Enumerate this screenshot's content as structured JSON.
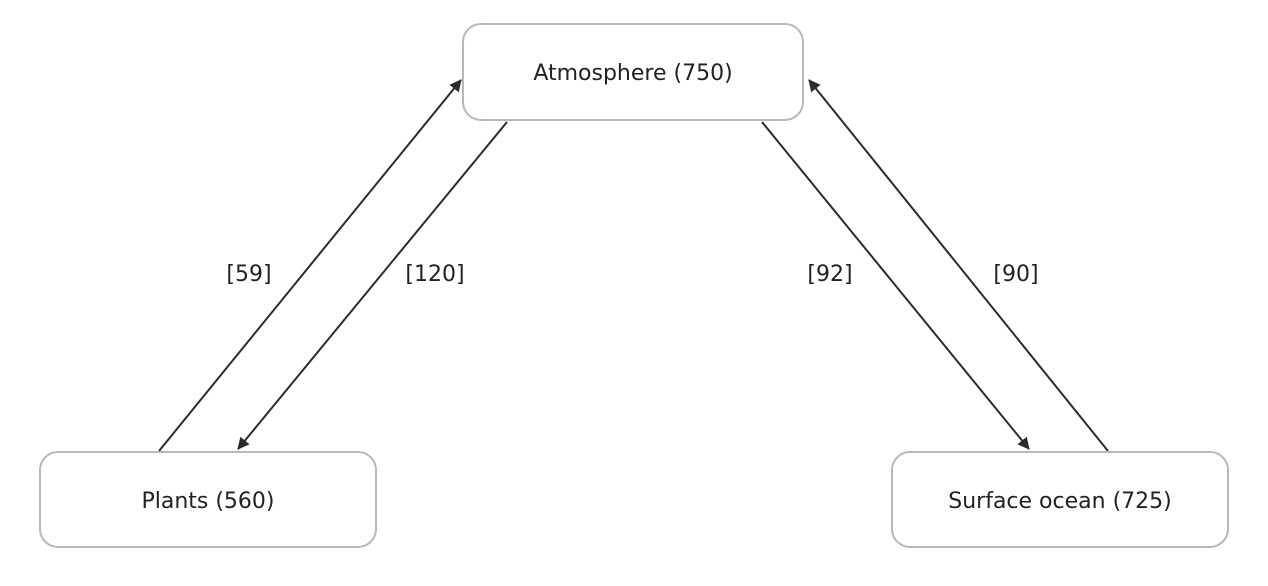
{
  "nodes": {
    "atmosphere": {
      "label": "Atmosphere (750)"
    },
    "plants": {
      "label": "Plants (560)"
    },
    "ocean": {
      "label": "Surface ocean (725)"
    }
  },
  "edges": {
    "plants_to_atmosphere": {
      "label": "[59]"
    },
    "atmosphere_to_plants": {
      "label": "[120]"
    },
    "atmosphere_to_ocean": {
      "label": "[92]"
    },
    "ocean_to_atmosphere": {
      "label": "[90]"
    }
  },
  "colors": {
    "node_border": "#b8b8b8",
    "arrow": "#2b2b2b",
    "text": "#222222"
  }
}
